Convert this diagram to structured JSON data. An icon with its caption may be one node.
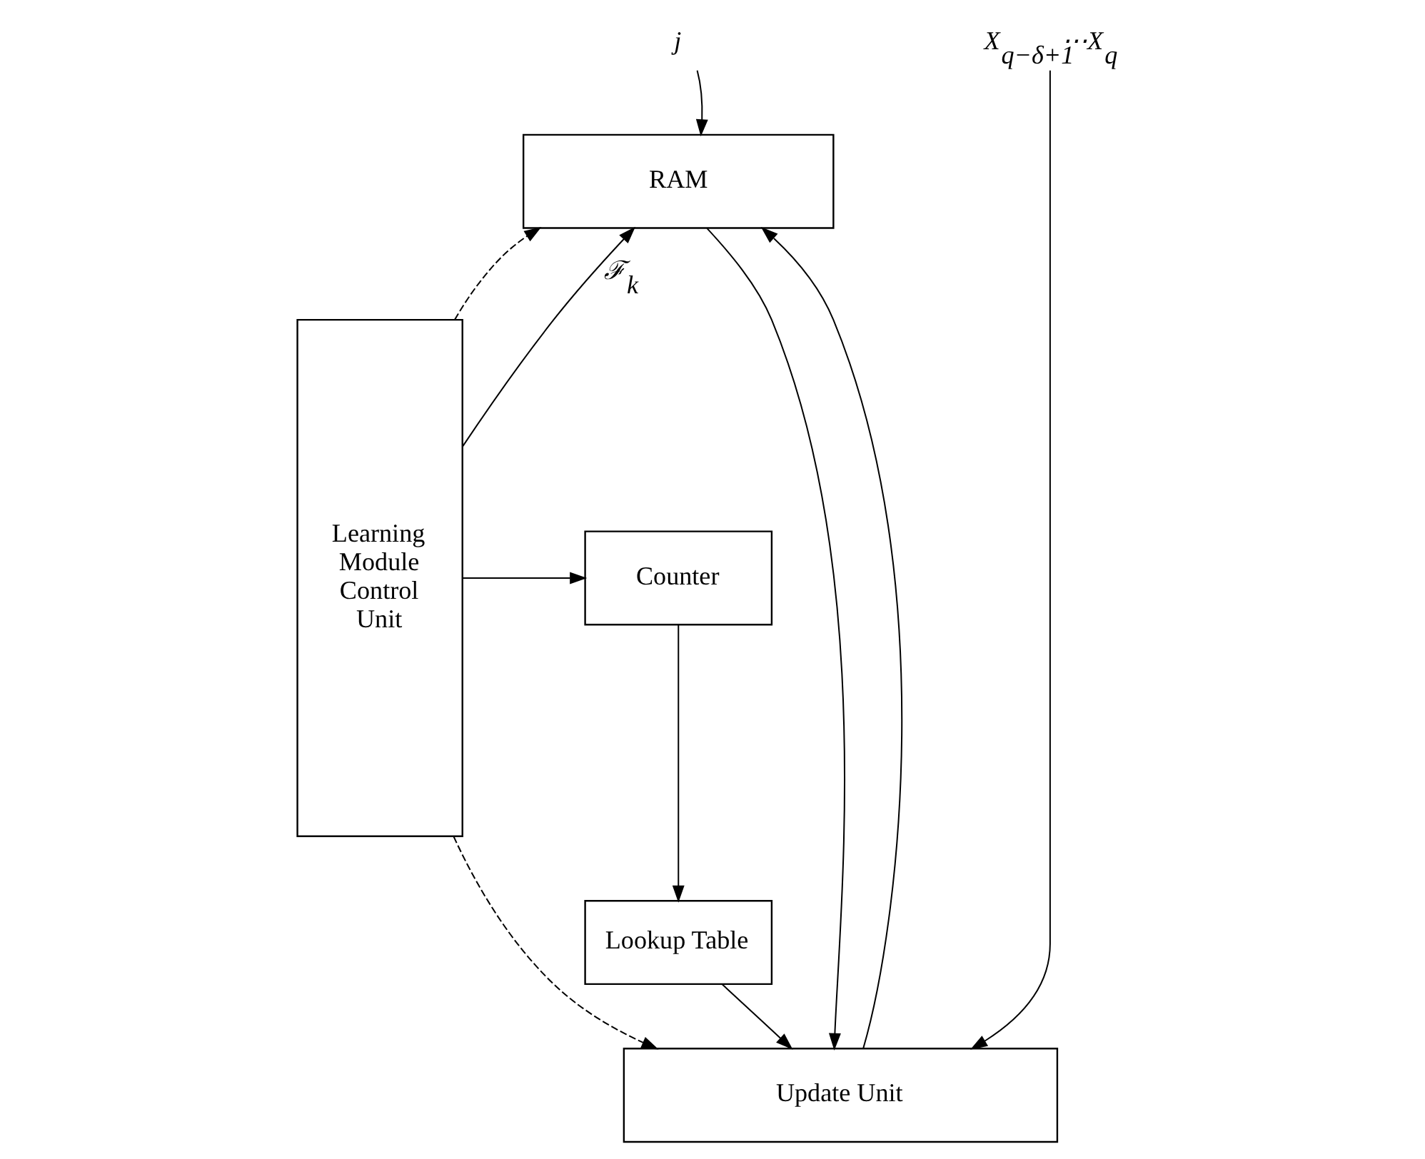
{
  "diagram": {
    "nodes": [
      {
        "text": [
          "Learning Module Control Unit"
        ]
      },
      {
        "text": [
          "RAM"
        ]
      },
      {
        "text": [
          "Counter"
        ]
      },
      {
        "text": [
          "Lookup Table"
        ]
      },
      {
        "text": [
          "Update Unit"
        ]
      },
      {
        "text": [
          "j"
        ]
      },
      {
        "text": [
          "X$_{q−δ+1}$⋯X$_{q}$"
        ]
      }
    ],
    "edges": [
      {
        "from": 0,
        "to": 1,
        "arrow": "to",
        "style": "dashed"
      },
      {
        "from": 0,
        "to": 1,
        "arrow": "to",
        "label": "ℱ$_{k}$"
      },
      {
        "from": 0,
        "to": 2,
        "arrow": "to"
      },
      {
        "from": 5,
        "to": 1,
        "arrow": "to"
      },
      {
        "from": 4,
        "to": 1,
        "arrow": "to"
      },
      {
        "from": 6,
        "to": 4,
        "arrow": "to"
      },
      {
        "from": 1,
        "to": 4,
        "arrow": "to"
      },
      {
        "from": 2,
        "to": 3,
        "arrow": "to"
      },
      {
        "from": 3,
        "to": 4,
        "arrow": "to"
      },
      {
        "from": 0,
        "to": 4,
        "arrow": "to",
        "style": "dashed"
      }
    ]
  }
}
